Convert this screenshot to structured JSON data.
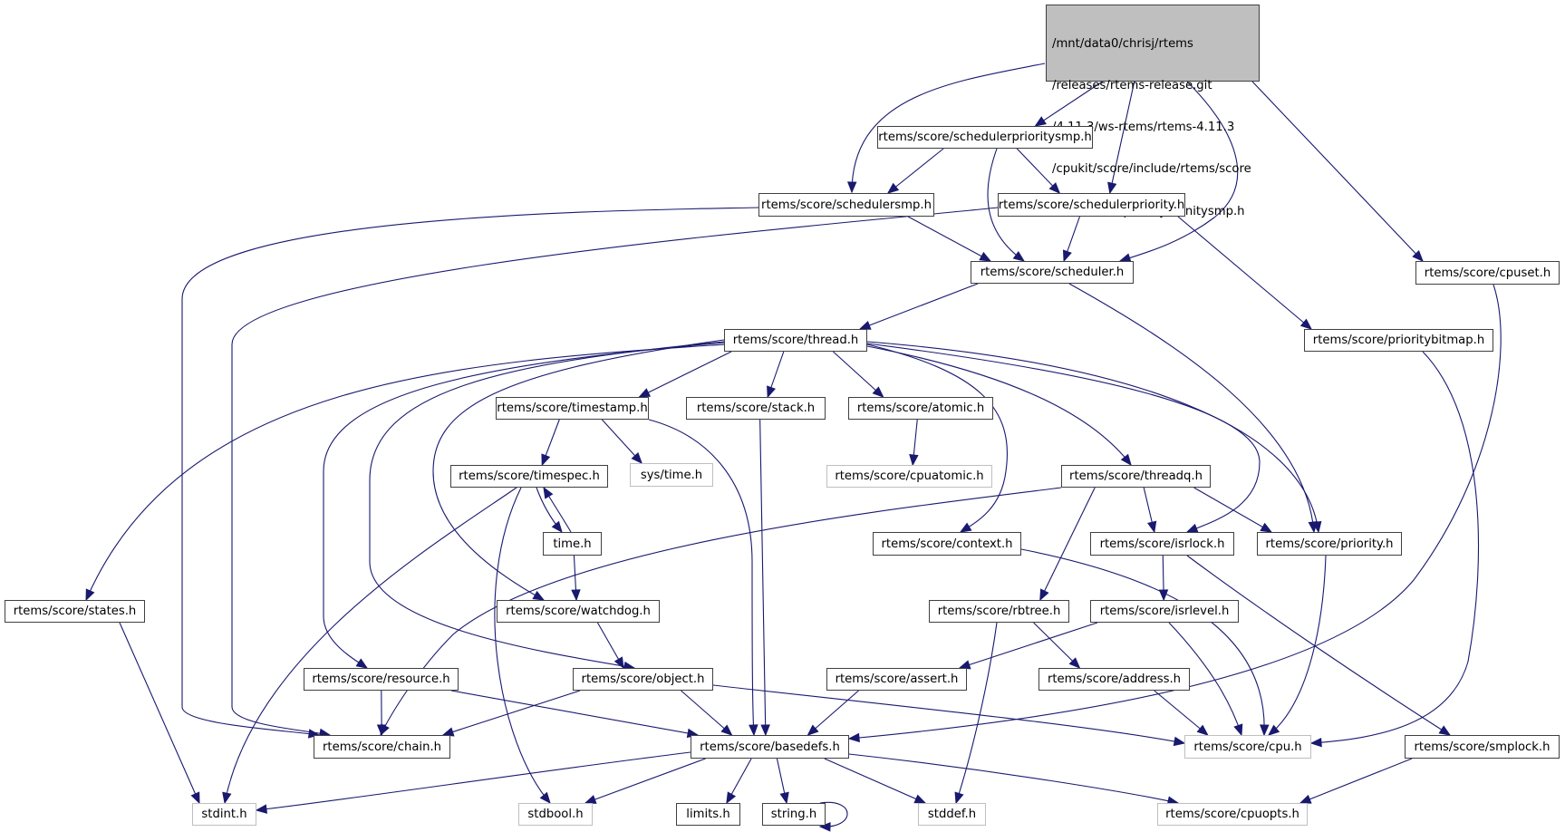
{
  "diagram": {
    "type": "include-dependency-graph",
    "root": {
      "id": "root",
      "lines": [
        "/mnt/data0/chrisj/rtems",
        "/releases/rtems-release.git",
        "/4.11.3/ws-rtems/rtems-4.11.3",
        "/cpukit/score/include/rtems/score",
        "/schedulerpriorityaffinitysmp.h"
      ]
    },
    "nodes": [
      {
        "id": "schedulerprioritysmp",
        "label": "rtems/score/schedulerprioritysmp.h",
        "external": false
      },
      {
        "id": "schedulersmp",
        "label": "rtems/score/schedulersmp.h",
        "external": false
      },
      {
        "id": "schedulerpriority",
        "label": "rtems/score/schedulerpriority.h",
        "external": false
      },
      {
        "id": "scheduler",
        "label": "rtems/score/scheduler.h",
        "external": false
      },
      {
        "id": "cpuset",
        "label": "rtems/score/cpuset.h",
        "external": false
      },
      {
        "id": "thread",
        "label": "rtems/score/thread.h",
        "external": false
      },
      {
        "id": "prioritybitmap",
        "label": "rtems/score/prioritybitmap.h",
        "external": false
      },
      {
        "id": "timestamp",
        "label": "rtems/score/timestamp.h",
        "external": false
      },
      {
        "id": "stack",
        "label": "rtems/score/stack.h",
        "external": false
      },
      {
        "id": "atomic",
        "label": "rtems/score/atomic.h",
        "external": false
      },
      {
        "id": "timespec",
        "label": "rtems/score/timespec.h",
        "external": false
      },
      {
        "id": "systime",
        "label": "sys/time.h",
        "external": true
      },
      {
        "id": "cpuatomic",
        "label": "rtems/score/cpuatomic.h",
        "external": true
      },
      {
        "id": "threadq",
        "label": "rtems/score/threadq.h",
        "external": false
      },
      {
        "id": "time",
        "label": "time.h",
        "external": false
      },
      {
        "id": "context",
        "label": "rtems/score/context.h",
        "external": false
      },
      {
        "id": "isrlock",
        "label": "rtems/score/isrlock.h",
        "external": false
      },
      {
        "id": "priority",
        "label": "rtems/score/priority.h",
        "external": false
      },
      {
        "id": "states",
        "label": "rtems/score/states.h",
        "external": false
      },
      {
        "id": "watchdog",
        "label": "rtems/score/watchdog.h",
        "external": false
      },
      {
        "id": "rbtree",
        "label": "rtems/score/rbtree.h",
        "external": false
      },
      {
        "id": "isrlevel",
        "label": "rtems/score/isrlevel.h",
        "external": false
      },
      {
        "id": "resource",
        "label": "rtems/score/resource.h",
        "external": false
      },
      {
        "id": "object",
        "label": "rtems/score/object.h",
        "external": false
      },
      {
        "id": "assert",
        "label": "rtems/score/assert.h",
        "external": false
      },
      {
        "id": "address",
        "label": "rtems/score/address.h",
        "external": false
      },
      {
        "id": "chain",
        "label": "rtems/score/chain.h",
        "external": false
      },
      {
        "id": "basedefs",
        "label": "rtems/score/basedefs.h",
        "external": false
      },
      {
        "id": "cpu",
        "label": "rtems/score/cpu.h",
        "external": true
      },
      {
        "id": "smplock",
        "label": "rtems/score/smplock.h",
        "external": false
      },
      {
        "id": "stdint",
        "label": "stdint.h",
        "external": true
      },
      {
        "id": "stdbool",
        "label": "stdbool.h",
        "external": true
      },
      {
        "id": "limits",
        "label": "limits.h",
        "external": false
      },
      {
        "id": "string",
        "label": "string.h",
        "external": false
      },
      {
        "id": "stddef",
        "label": "stddef.h",
        "external": true
      },
      {
        "id": "cpuopts",
        "label": "rtems/score/cpuopts.h",
        "external": true
      }
    ],
    "edges": [
      [
        "root",
        "schedulersmp"
      ],
      [
        "root",
        "schedulerprioritysmp"
      ],
      [
        "root",
        "schedulerpriority"
      ],
      [
        "root",
        "scheduler"
      ],
      [
        "root",
        "cpuset"
      ],
      [
        "schedulerprioritysmp",
        "schedulersmp"
      ],
      [
        "schedulerprioritysmp",
        "schedulerpriority"
      ],
      [
        "schedulerprioritysmp",
        "scheduler"
      ],
      [
        "schedulersmp",
        "scheduler"
      ],
      [
        "schedulersmp",
        "chain"
      ],
      [
        "schedulerpriority",
        "scheduler"
      ],
      [
        "schedulerpriority",
        "prioritybitmap"
      ],
      [
        "schedulerpriority",
        "chain"
      ],
      [
        "scheduler",
        "thread"
      ],
      [
        "scheduler",
        "priority"
      ],
      [
        "cpuset",
        "basedefs"
      ],
      [
        "prioritybitmap",
        "cpu"
      ],
      [
        "thread",
        "timestamp"
      ],
      [
        "thread",
        "stack"
      ],
      [
        "thread",
        "atomic"
      ],
      [
        "thread",
        "threadq"
      ],
      [
        "thread",
        "context"
      ],
      [
        "thread",
        "isrlock"
      ],
      [
        "thread",
        "priority"
      ],
      [
        "thread",
        "states"
      ],
      [
        "thread",
        "watchdog"
      ],
      [
        "thread",
        "resource"
      ],
      [
        "thread",
        "object"
      ],
      [
        "timestamp",
        "timespec"
      ],
      [
        "timestamp",
        "systime"
      ],
      [
        "timestamp",
        "basedefs"
      ],
      [
        "stack",
        "basedefs"
      ],
      [
        "atomic",
        "cpuatomic"
      ],
      [
        "timespec",
        "time"
      ],
      [
        "timespec",
        "stdint"
      ],
      [
        "timespec",
        "stdbool"
      ],
      [
        "time",
        "timespec"
      ],
      [
        "time",
        "watchdog"
      ],
      [
        "threadq",
        "chain"
      ],
      [
        "threadq",
        "rbtree"
      ],
      [
        "threadq",
        "isrlock"
      ],
      [
        "threadq",
        "priority"
      ],
      [
        "context",
        "cpu"
      ],
      [
        "isrlock",
        "isrlevel"
      ],
      [
        "isrlock",
        "smplock"
      ],
      [
        "priority",
        "cpu"
      ],
      [
        "states",
        "stdint"
      ],
      [
        "watchdog",
        "object"
      ],
      [
        "rbtree",
        "address"
      ],
      [
        "rbtree",
        "stddef"
      ],
      [
        "isrlevel",
        "assert"
      ],
      [
        "isrlevel",
        "cpu"
      ],
      [
        "resource",
        "chain"
      ],
      [
        "resource",
        "basedefs"
      ],
      [
        "object",
        "chain"
      ],
      [
        "object",
        "basedefs"
      ],
      [
        "object",
        "cpu"
      ],
      [
        "assert",
        "basedefs"
      ],
      [
        "address",
        "cpu"
      ],
      [
        "basedefs",
        "stdint"
      ],
      [
        "basedefs",
        "stdbool"
      ],
      [
        "basedefs",
        "limits"
      ],
      [
        "basedefs",
        "string"
      ],
      [
        "basedefs",
        "stddef"
      ],
      [
        "basedefs",
        "cpuopts"
      ],
      [
        "string",
        "string"
      ],
      [
        "smplock",
        "cpuopts"
      ]
    ],
    "colors": {
      "edge": "#191970",
      "root_fill": "#bfbfbf",
      "node_border": "#404040",
      "external_border": "#bfbfbf"
    }
  }
}
